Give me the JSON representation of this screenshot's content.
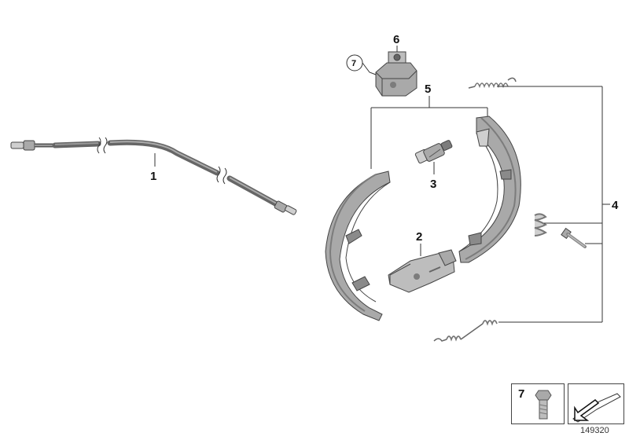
{
  "callouts": {
    "c1": "1",
    "c2": "2",
    "c3": "3",
    "c4": "4",
    "c5": "5",
    "c6": "6",
    "c7": "7"
  },
  "legend": {
    "item_number": "7"
  },
  "diagram_id": "149320",
  "colors": {
    "part_gray": "#a9a9a9",
    "part_dark": "#7c7c7c",
    "part_light": "#cfcfcf",
    "line": "#333333",
    "background": "#ffffff"
  },
  "icons": [
    "bolt-icon",
    "arrow-pointer-icon"
  ]
}
